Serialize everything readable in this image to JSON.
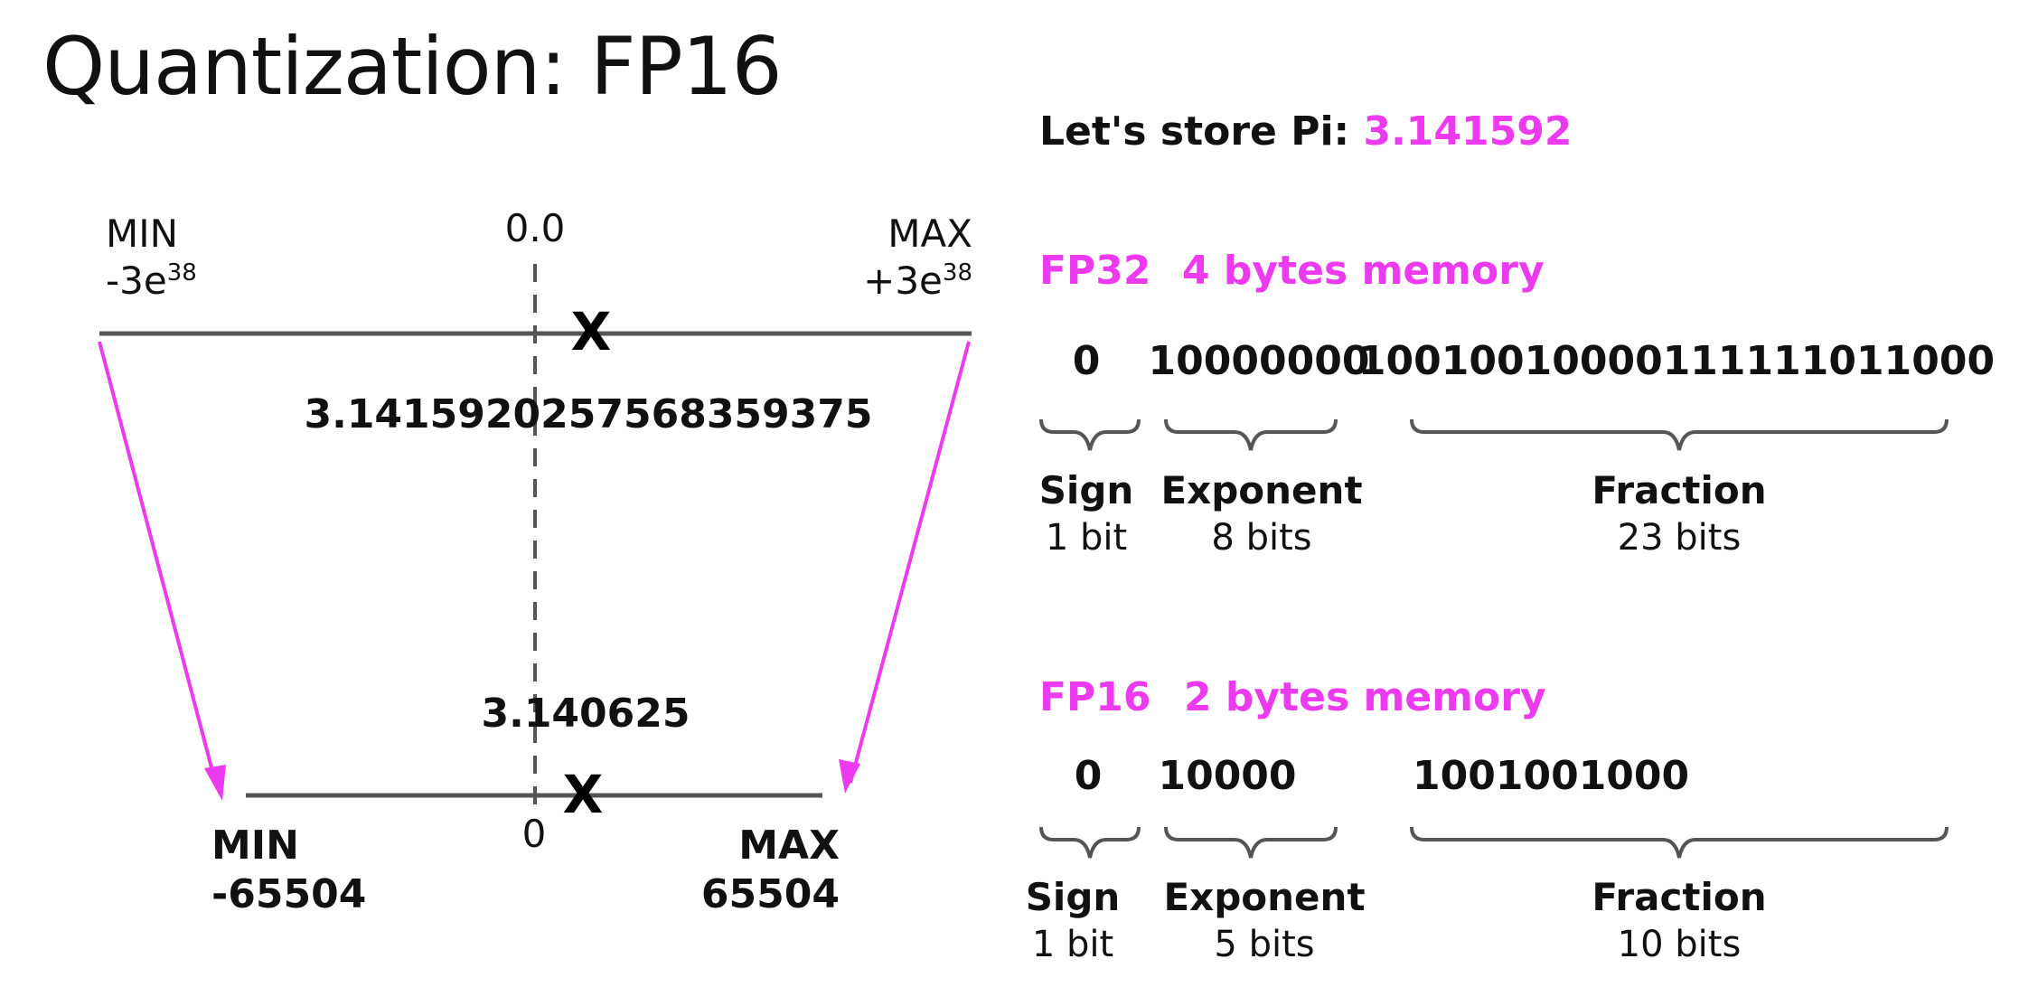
{
  "title": "Quantization: FP16",
  "store_line": {
    "prefix": "Let's store Pi: ",
    "value": "3.141592"
  },
  "fp32_range": {
    "min_label": "MIN",
    "min_value_base": "-3e",
    "min_value_exp": "38",
    "max_label": "MAX",
    "max_value_base": "+3e",
    "max_value_exp": "38",
    "zero_label": "0.0",
    "stored_value": "3.14159202575683593 75",
    "marker": "X"
  },
  "fp16_range": {
    "min_label": "MIN",
    "min_value": "-65504",
    "max_label": "MAX",
    "max_value": "65504",
    "zero_label": "0",
    "stored_value": "3.140625",
    "marker": "X"
  },
  "fp32": {
    "name": "FP32",
    "memory": "4 bytes memory",
    "sign_bits": "0",
    "exponent_bits": "10000000",
    "fraction_bits": "10010010000111111011000",
    "sign_name": "Sign",
    "sign_size": "1 bit",
    "exponent_name": "Exponent",
    "exponent_size": "8 bits",
    "fraction_name": "Fraction",
    "fraction_size": "23 bits"
  },
  "fp16": {
    "name": "FP16",
    "memory": "2 bytes memory",
    "sign_bits": "0",
    "exponent_bits": "10000",
    "fraction_bits": "1001001000",
    "sign_name": "Sign",
    "sign_size": "1 bit",
    "exponent_name": "Exponent",
    "exponent_size": "5 bits",
    "fraction_name": "Fraction",
    "fraction_size": "10 bits"
  },
  "colors": {
    "accent": "#ec3bee",
    "line": "#555555",
    "text": "#111111"
  }
}
